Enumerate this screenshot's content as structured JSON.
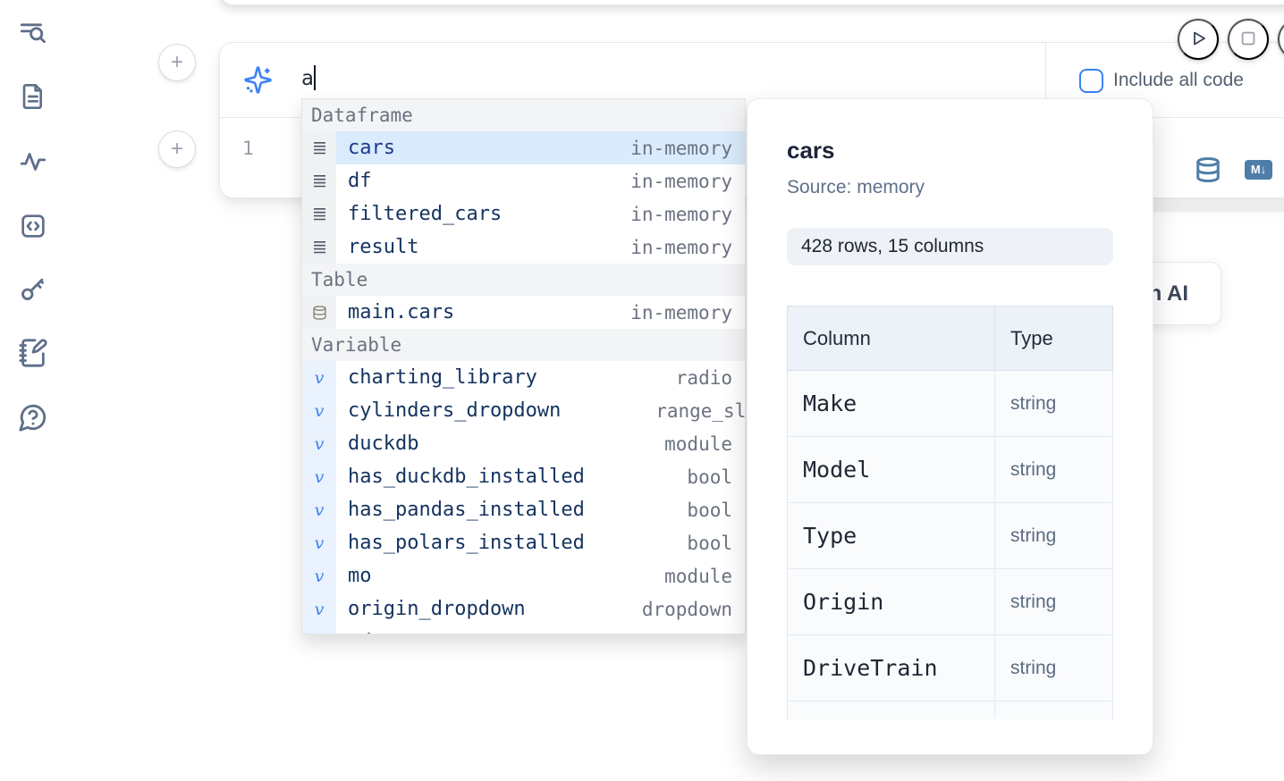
{
  "sidebar": {
    "items": [
      {
        "icon": "scratchpad-search-icon"
      },
      {
        "icon": "file-icon"
      },
      {
        "icon": "activity-icon"
      },
      {
        "icon": "code-snippet-icon"
      },
      {
        "icon": "key-icon"
      },
      {
        "icon": "notebook-pen-icon"
      },
      {
        "icon": "help-bubble-icon"
      }
    ]
  },
  "add_cell_buttons": {
    "top": "+",
    "bottom": "+"
  },
  "run_controls": {
    "play": "run",
    "stop": "stop"
  },
  "ai_prompt": {
    "value": "a",
    "include_all_code": {
      "label": "Include all code",
      "checked": false
    }
  },
  "code_cell": {
    "line_number": "1",
    "markdown_badge": "M↓"
  },
  "autocomplete": {
    "sections": [
      {
        "header": "Dataframe",
        "items": [
          {
            "icon": "dataframe-icon",
            "name": "cars",
            "detail": "in-memory",
            "selected": true
          },
          {
            "icon": "dataframe-icon",
            "name": "df",
            "detail": "in-memory"
          },
          {
            "icon": "dataframe-icon",
            "name": "filtered_cars",
            "detail": "in-memory"
          },
          {
            "icon": "dataframe-icon",
            "name": "result",
            "detail": "in-memory"
          }
        ]
      },
      {
        "header": "Table",
        "items": [
          {
            "icon": "database-icon",
            "name": "main.cars",
            "detail": "in-memory"
          }
        ]
      },
      {
        "header": "Variable",
        "items": [
          {
            "icon": "variable-icon",
            "name": "charting_library",
            "detail": "radio"
          },
          {
            "icon": "variable-icon",
            "name": "cylinders_dropdown",
            "detail": "range_sli",
            "overflow": true
          },
          {
            "icon": "variable-icon",
            "name": "duckdb",
            "detail": "module"
          },
          {
            "icon": "variable-icon",
            "name": "has_duckdb_installed",
            "detail": "bool"
          },
          {
            "icon": "variable-icon",
            "name": "has_pandas_installed",
            "detail": "bool"
          },
          {
            "icon": "variable-icon",
            "name": "has_polars_installed",
            "detail": "bool"
          },
          {
            "icon": "variable-icon",
            "name": "mo",
            "detail": "module"
          },
          {
            "icon": "variable-icon",
            "name": "origin_dropdown",
            "detail": "dropdown"
          },
          {
            "icon": "variable-icon",
            "name": "pd",
            "detail": "module",
            "clipped": true
          }
        ]
      }
    ]
  },
  "preview_panel": {
    "title": "cars",
    "source": "Source: memory",
    "shape_badge": "428 rows, 15 columns",
    "schema_table": {
      "headers": [
        "Column",
        "Type"
      ],
      "rows": [
        [
          "Make",
          "string"
        ],
        [
          "Model",
          "string"
        ],
        [
          "Type",
          "string"
        ],
        [
          "Origin",
          "string"
        ],
        [
          "DriveTrain",
          "string"
        ],
        [
          "",
          ""
        ]
      ]
    }
  },
  "ai_button": {
    "visible_label": "h AI"
  },
  "colors": {
    "accent": "#3b82f6",
    "steel_blue": "#4e7ea8",
    "selection": "#d9ebfc"
  }
}
